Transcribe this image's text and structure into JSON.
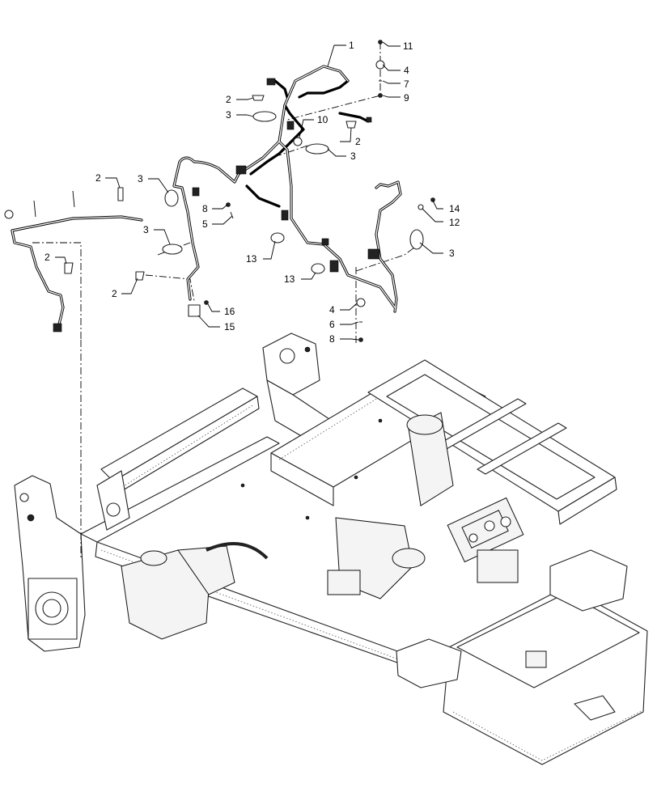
{
  "callouts": [
    {
      "id": "c1",
      "label": "1"
    },
    {
      "id": "c11",
      "label": "11"
    },
    {
      "id": "c4a",
      "label": "4"
    },
    {
      "id": "c7",
      "label": "7"
    },
    {
      "id": "c9",
      "label": "9"
    },
    {
      "id": "c2a",
      "label": "2"
    },
    {
      "id": "c3a",
      "label": "3"
    },
    {
      "id": "c10",
      "label": "10"
    },
    {
      "id": "c2b",
      "label": "2"
    },
    {
      "id": "c3b",
      "label": "3"
    },
    {
      "id": "c2c",
      "label": "2"
    },
    {
      "id": "c3c",
      "label": "3"
    },
    {
      "id": "c8a",
      "label": "8"
    },
    {
      "id": "c5",
      "label": "5"
    },
    {
      "id": "c14",
      "label": "14"
    },
    {
      "id": "c12",
      "label": "12"
    },
    {
      "id": "c3d",
      "label": "3"
    },
    {
      "id": "c3e",
      "label": "3"
    },
    {
      "id": "c2d",
      "label": "2"
    },
    {
      "id": "c13a",
      "label": "13"
    },
    {
      "id": "c13b",
      "label": "13"
    },
    {
      "id": "c2e",
      "label": "2"
    },
    {
      "id": "c16",
      "label": "16"
    },
    {
      "id": "c15",
      "label": "15"
    },
    {
      "id": "c4b",
      "label": "4"
    },
    {
      "id": "c6",
      "label": "6"
    },
    {
      "id": "c8b",
      "label": "8"
    }
  ]
}
